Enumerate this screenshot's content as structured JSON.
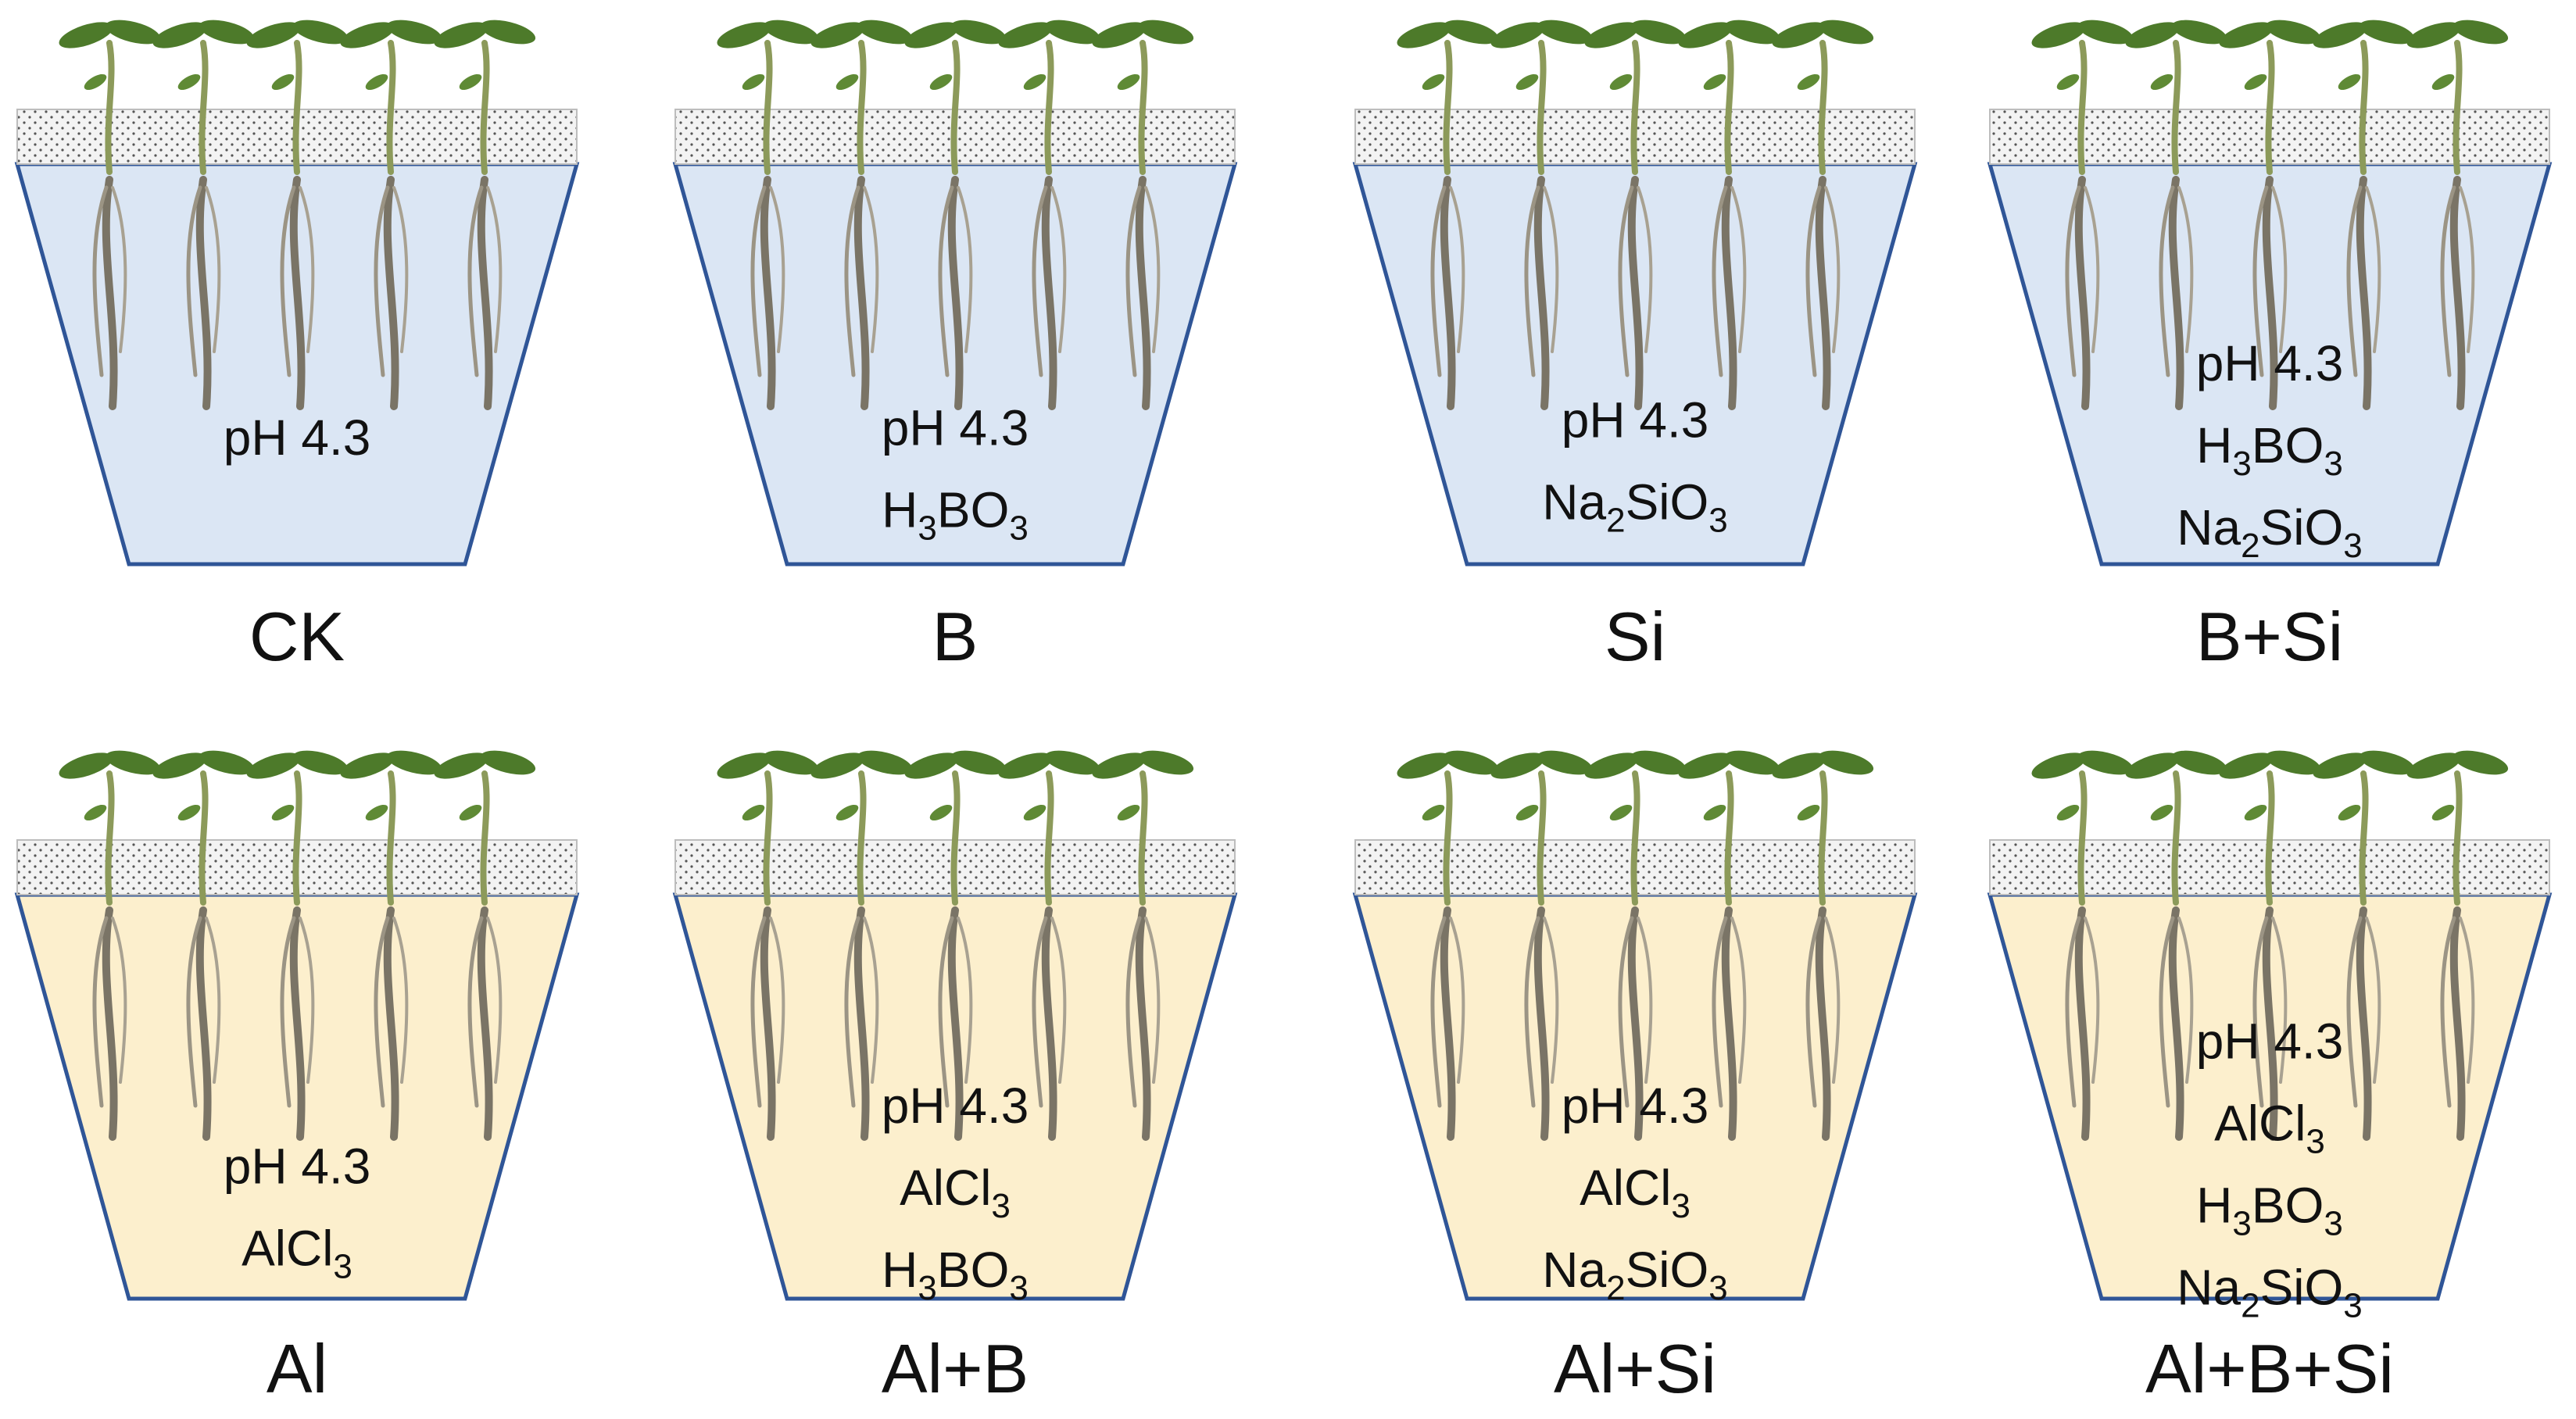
{
  "colors": {
    "solution_control": "#dbe6f4",
    "solution_al": "#fcefcd",
    "container_outline": "#2f5597",
    "foam": "#f0f0f0",
    "leaf": "#4d7a2a",
    "stem": "#8c9a5a",
    "root": "#7a7466",
    "text": "#111111"
  },
  "treatments": [
    {
      "label": "CK",
      "al": false,
      "conditions": [
        [
          {
            "t": "pH 4.3"
          }
        ]
      ]
    },
    {
      "label": "B",
      "al": false,
      "conditions": [
        [
          {
            "t": "pH 4.3"
          }
        ],
        [
          {
            "t": "H"
          },
          {
            "t": "3",
            "sub": true
          },
          {
            "t": "BO"
          },
          {
            "t": "3",
            "sub": true
          }
        ]
      ]
    },
    {
      "label": "Si",
      "al": false,
      "conditions": [
        [
          {
            "t": "pH 4.3"
          }
        ],
        [
          {
            "t": "Na"
          },
          {
            "t": "2",
            "sub": true
          },
          {
            "t": "SiO"
          },
          {
            "t": "3",
            "sub": true
          }
        ]
      ]
    },
    {
      "label": "B+Si",
      "al": false,
      "conditions": [
        [
          {
            "t": "pH 4.3"
          }
        ],
        [
          {
            "t": "H"
          },
          {
            "t": "3",
            "sub": true
          },
          {
            "t": "BO"
          },
          {
            "t": "3",
            "sub": true
          }
        ],
        [
          {
            "t": "Na"
          },
          {
            "t": "2",
            "sub": true
          },
          {
            "t": "SiO"
          },
          {
            "t": "3",
            "sub": true
          }
        ]
      ]
    },
    {
      "label": "Al",
      "al": true,
      "conditions": [
        [
          {
            "t": "pH 4.3"
          }
        ],
        [
          {
            "t": "AlCl"
          },
          {
            "t": "3",
            "sub": true
          }
        ]
      ]
    },
    {
      "label": "Al+B",
      "al": true,
      "conditions": [
        [
          {
            "t": "pH 4.3"
          }
        ],
        [
          {
            "t": "AlCl"
          },
          {
            "t": "3",
            "sub": true
          }
        ],
        [
          {
            "t": "H"
          },
          {
            "t": "3",
            "sub": true
          },
          {
            "t": "BO"
          },
          {
            "t": "3",
            "sub": true
          }
        ]
      ]
    },
    {
      "label": "Al+Si",
      "al": true,
      "conditions": [
        [
          {
            "t": "pH 4.3"
          }
        ],
        [
          {
            "t": "AlCl"
          },
          {
            "t": "3",
            "sub": true
          }
        ],
        [
          {
            "t": "Na"
          },
          {
            "t": "2",
            "sub": true
          },
          {
            "t": "SiO"
          },
          {
            "t": "3",
            "sub": true
          }
        ]
      ]
    },
    {
      "label": "Al+B+Si",
      "al": true,
      "conditions": [
        [
          {
            "t": "pH 4.3"
          }
        ],
        [
          {
            "t": "AlCl"
          },
          {
            "t": "3",
            "sub": true
          }
        ],
        [
          {
            "t": "H"
          },
          {
            "t": "3",
            "sub": true
          },
          {
            "t": "BO"
          },
          {
            "t": "3",
            "sub": true
          }
        ],
        [
          {
            "t": "Na"
          },
          {
            "t": "2",
            "sub": true
          },
          {
            "t": "SiO"
          },
          {
            "t": "3",
            "sub": true
          }
        ]
      ]
    }
  ]
}
